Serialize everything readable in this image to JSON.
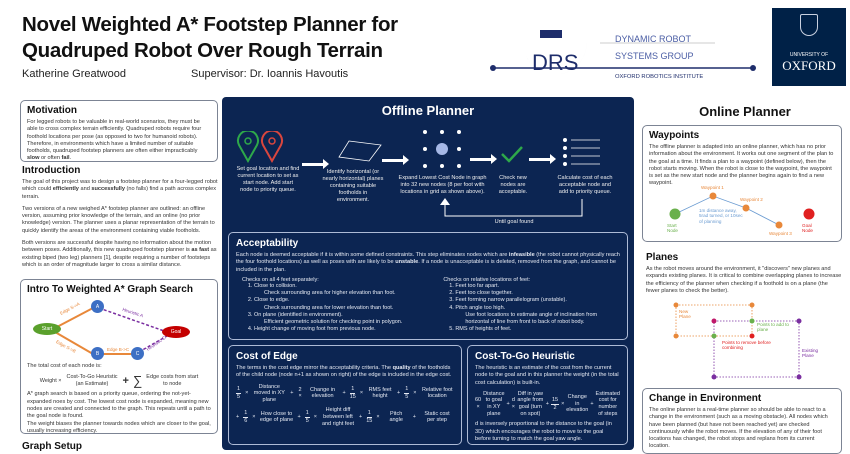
{
  "header": {
    "title_line1": "Novel Weighted A* Footstep Planner for",
    "title_line2": "Quadruped Robot Over Rough Terrain",
    "author": "Katherine Greatwood",
    "supervisor": "Supervisor: Dr. Ioannis Havoutis",
    "drs_logo": {
      "mark": "DRS",
      "line1": "DYNAMIC ROBOT",
      "line2": "SYSTEMS GROUP",
      "line3": "OXFORD ROBOTICS INSTITUTE"
    },
    "oxford_logo": {
      "line1": "UNIVERSITY OF",
      "line2": "OXFORD"
    }
  },
  "motivation": {
    "heading": "Motivation",
    "text": [
      {
        "t": "For legged robots to be valuable in real-world scenarios, they must be able to cross complex terrain efficiently. Quadruped robots require four foothold locations per pose (as opposed to two for humanoid robots). Therefore, in environments which have a limited number of suitable footholds, quadruped footstep planners are often either impracticably "
      },
      {
        "t": "slow",
        "b": true
      },
      {
        "t": " or often "
      },
      {
        "t": "fail",
        "b": true
      },
      {
        "t": "."
      }
    ]
  },
  "introduction": {
    "heading": "Introduction",
    "p1": [
      {
        "t": "The goal of this project was to design a footstep planner for a four-legged robot which could "
      },
      {
        "t": "efficiently",
        "b": true
      },
      {
        "t": " and "
      },
      {
        "t": "successfully",
        "b": true
      },
      {
        "t": " (no falls) find a path across complex terrain."
      }
    ],
    "p2": [
      {
        "t": "Two versions of a new weighed A* footstep planner are outlined: an offline version, assuming prior knowledge of the terrain, and an online (no prior knowledge) version. The planner uses a planar representation of the terrain to quickly identify the areas of the environment containing viable footholds."
      }
    ],
    "p3": [
      {
        "t": "Both versions are successful despite having no information about the motion between poses.  Additionally, this new quadruped footstep planner is "
      },
      {
        "t": "as fast",
        "b": true
      },
      {
        "t": " as existing biped (two leg) planners [1], despite requiring a number of footsteps which is an order of magnitude larger to cross a similar distance."
      }
    ]
  },
  "astar": {
    "heading": "Intro To Weighted A* Graph Search",
    "graph": {
      "start": "Start",
      "goal": "Goal",
      "a": "A",
      "b": "B",
      "c": "C",
      "edge_sa": "Edge S->A",
      "edge_sb": "Edge S->B",
      "edge_bc": "Edge B->C",
      "heuristic_a": "Heuristic A",
      "heuristic_c": "Heuristic C"
    },
    "total_cost_label": "The total cost of each node is:",
    "formula": {
      "weight": "Weight ×",
      "heuristic_num": "Cost-To-Go Heuristic",
      "heuristic_den": "(an Estimate)",
      "plus": "+",
      "sum": "∑",
      "edge": "Edge costs from start to node"
    },
    "p1": "A* graph search is based on a priority queue, ordering the not-yet-expanded noes by cost. The lowest cost node is expanded, meaning new nodes are created and connected to the graph. This repeats until a path to the goal node is found.",
    "p2": "The weight biases the planner towards nodes which are closer to the goal, usually increasing efficiency."
  },
  "graph_setup": {
    "heading": "Graph Setup"
  },
  "offline": {
    "heading": "Offline Planner",
    "steps": [
      "Set goal location and find current location to set as start node. Add start node to priority queue.",
      "Identify horizontal (or nearly horizontal) planes containing suitable footholds in environment.",
      "Expand Lowest Cost Node in graph into 32 new nodes (8 per foot with locations in grid as shown above).",
      "Check new nodes are acceptable.",
      "Calculate cost of each acceptable node and add to priority queue."
    ],
    "loop_label": "Until goal found"
  },
  "acceptability": {
    "heading": "Acceptability",
    "text": [
      {
        "t": "Each node is deemed acceptable if it is within some defined constraints.  This step eliminates nodes which are "
      },
      {
        "t": "infeasible",
        "b": true
      },
      {
        "t": " (the robot cannot physically reach the four foothold locations) as well as poses with are likely to be "
      },
      {
        "t": "unstable",
        "b": true
      },
      {
        "t": ". If a node is unacceptable is is deleted, removed from the graph, and cannot be included in the plan."
      }
    ],
    "left_title": "Checks on all 4 feet separately:",
    "left": [
      {
        "item": "Close to collision.",
        "sub": "Check surrounding area for higher elevation than foot."
      },
      {
        "item": "Close to edge.",
        "sub": "Check surrounding area for lower elevation than foot."
      },
      {
        "item": "On plane (identified in environment).",
        "sub": "Efficient geometric solution for checking point in polygon."
      },
      {
        "item": "Height change of moving foot from previous node.",
        "sub": ""
      }
    ],
    "right_title": "Checks on relative locations of feet:",
    "right": [
      {
        "item": "Feet too far apart.",
        "sub": ""
      },
      {
        "item": "Feet too close together.",
        "sub": ""
      },
      {
        "item": "Feet forming narrow parallelogram (unstable).",
        "sub": ""
      },
      {
        "item": "Pitch angle too high.",
        "sub": "Use foot locations to estimate angle of inclination from horizontal of line from front to back of robot body."
      },
      {
        "item": "RMS of heights of feet.",
        "sub": ""
      }
    ]
  },
  "cost_edge": {
    "heading": "Cost of Edge",
    "text": [
      {
        "t": "The terms in the cost edge mirror the acceptability criteria. The "
      },
      {
        "t": "quality",
        "b": true
      },
      {
        "t": " of the footholds of the child node (node n+1 as shown on right) of the edge is included in the edge cost."
      }
    ],
    "row1": [
      {
        "c": "1",
        "d": "5",
        "term": "Distance moved in XY plane",
        "op": ""
      },
      {
        "c": "2",
        "d": "",
        "term": "Change in elevation",
        "op": "+"
      },
      {
        "c": "1",
        "d": "15",
        "term": "RMS feet height",
        "op": "+"
      },
      {
        "c": "1",
        "d": "5",
        "term": "Relative foot location",
        "op": "+"
      }
    ],
    "row2": [
      {
        "c": "1",
        "d": "6",
        "term": "How close to edge of plane",
        "op": "+"
      },
      {
        "c": "1",
        "d": "5",
        "term": "Height diff between left and right feet",
        "op": "+"
      },
      {
        "c": "1",
        "d": "15",
        "term": "Pitch angle",
        "op": "+"
      },
      {
        "c": "",
        "d": "",
        "term": "Static cost per step",
        "op": "+"
      }
    ]
  },
  "cost_to_go": {
    "heading": "Cost-To-Go Heuristic",
    "text": "The heuristic is an estimate of the cost from the current node to the goal and in this planner the weight (in the total cost calculation) is built-in.",
    "terms": [
      {
        "c": "60",
        "d": "",
        "term": "Distance to goal in XY plane",
        "op": ""
      },
      {
        "c": "d",
        "d": "",
        "term": "Diff in yaw angle from goal (turn on spot)",
        "op": "+"
      },
      {
        "c": "15",
        "d": "2",
        "term": "Change in elevation",
        "op": "+"
      },
      {
        "c": "",
        "d": "",
        "term": "Estimated cost for number of steps",
        "op": "+"
      }
    ],
    "note": "d is inversely proportional to the distance to the goal (in 3D) which encourages the robot to move to the goal before turning to match the goal yaw angle."
  },
  "online": {
    "heading": "Online Planner",
    "waypoints": {
      "heading": "Waypoints",
      "text": "The offline planner is adapted into an online planner, which has no prior information about the environment.  It works out one segment of the plan to the goal at a time. It finds a plan to a waypoint (defined below), then the robot starts moving. When the robot is close to the waypoint, the waypoint is set as the new start node and the planner begins again to find a new waypoint.",
      "diagram": {
        "start": "Start Node",
        "goal": "Goal Node",
        "wp1": "Waypoint 1",
        "wp2": "Waypoint 2",
        "wp3": "Waypoint 3",
        "criteria": "1m distance away, 5rad turned, or 10sec of planning"
      }
    },
    "planes": {
      "heading": "Planes",
      "text": "As the robot moves around the environment, it \"discovers\" new planes and expands existing planes. It is critical to combine overlapping planes to increase the efficiency of the planner when checking if a foothold is on a plane (the fewer planes to check the better).",
      "diagram": {
        "new": "New Plane",
        "add": "Points to add to plane",
        "remove": "Points to remove before combining",
        "existing": "Existing Plane"
      }
    },
    "change": {
      "heading": "Change in Environment",
      "text": "The online planner is a real-time planner so should be able to react to a change in the environment (such as a moving obstacle).  All nodes which have been planned (but have not been reached yet) are checked continuously while the robot moves. If the elevation of any of their foot locations has changed, the robot stops and replans from its current location."
    }
  },
  "colors": {
    "navy": "#0c2552",
    "orange": "#e8883a",
    "green": "#6ab04c",
    "red": "#e02020",
    "purple": "#7a2ea0",
    "blue": "#3d6fc4"
  }
}
